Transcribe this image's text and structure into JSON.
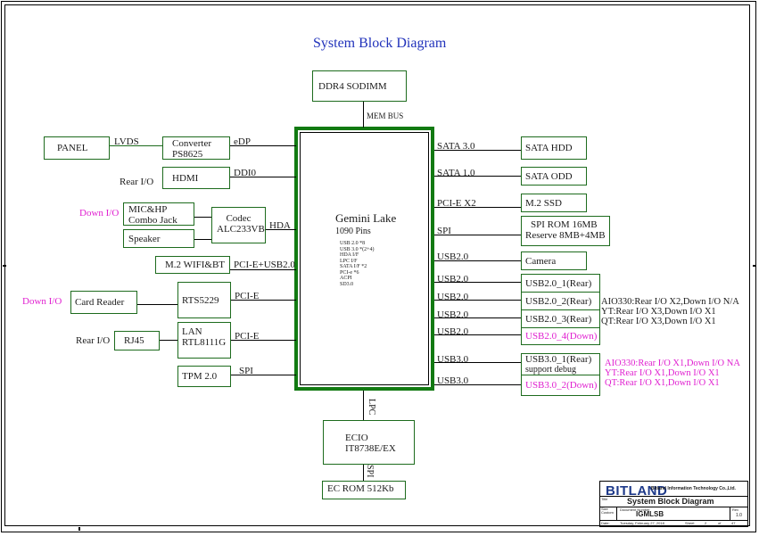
{
  "title": "System Block Diagram",
  "soc": {
    "name": "Gemini Lake",
    "pins": "1090  Pins",
    "features": [
      "USB 2.0 *8",
      "USB 3.0 *(2+4)",
      "HDA I/F",
      "LPC I/F",
      "SATA I/F *2",
      "PCI-e *6",
      "ACPI",
      "SD3.0"
    ]
  },
  "top": {
    "ddr4": "DDR4  SODIMM",
    "mem_bus": "MEM  BUS"
  },
  "left": {
    "panel": "PANEL",
    "lvds": "LVDS",
    "converter_line1": "Converter",
    "converter_line2": "PS8625",
    "edp": "eDP",
    "rear_io_hdmi": "Rear I/O",
    "hdmi": "HDMI",
    "ddi0": "DDI0",
    "down_io_audio": "Down I/O",
    "mic_line1": "MIC&HP",
    "mic_line2": "Combo Jack",
    "speaker": "Speaker",
    "codec_line1": "Codec",
    "codec_line2": "ALC233VB",
    "hda": "HDA",
    "wifi": "M.2  WIFI&BT",
    "wifi_bus": "PCI-E+USB2.0",
    "down_io_card": "Down I/O",
    "card_reader": "Card Reader",
    "rts": "RTS5229",
    "rts_bus": "PCI-E",
    "rear_io_lan": "Rear I/O",
    "rj45": "RJ45",
    "lan_line1": "LAN",
    "lan_line2": "RTL8111G",
    "lan_bus": "PCI-E",
    "tpm": "TPM  2.0",
    "tpm_bus": "SPI"
  },
  "right": {
    "items": [
      {
        "bus": "SATA 3.0",
        "device": "SATA HDD"
      },
      {
        "bus": "SATA 1.0",
        "device": "SATA ODD"
      },
      {
        "bus": "PCI-E  X2",
        "device": "M.2  SSD"
      },
      {
        "bus": "SPI",
        "device_line1": "SPI  ROM  16MB",
        "device_line2": "Reserve  8MB+4MB"
      },
      {
        "bus": "USB2.0",
        "device": "Camera"
      },
      {
        "bus": "USB2.0",
        "device": "USB2.0_1(Rear)"
      },
      {
        "bus": "USB2.0",
        "device": "USB2.0_2(Rear)"
      },
      {
        "bus": "USB2.0",
        "device": "USB2.0_3(Rear)"
      },
      {
        "bus": "USB2.0",
        "device": "USB2.0_4(Down)"
      },
      {
        "bus": "USB3.0",
        "device_line1": "USB3.0_1(Rear)",
        "device_line2": "support debug"
      },
      {
        "bus": "USB3.0",
        "device": "USB3.0_2(Down)"
      }
    ],
    "usb2_notes": [
      "AIO330:Rear I/O X2,Down I/O N/A",
      "YT:Rear I/O X3,Down I/O X1",
      "QT:Rear I/O X3,Down I/O X1"
    ],
    "usb3_notes": [
      "AIO330:Rear I/O X1,Down I/O NA",
      "YT:Rear I/O X1,Down I/O X1",
      "QT:Rear I/O X1,Down I/O X1"
    ]
  },
  "bottom": {
    "lpc": "LPC",
    "ecio_line1": "ECIO",
    "ecio_line2": "IT8738E/EX",
    "spi": "SPI",
    "ec_rom": "EC ROM 512Kb"
  },
  "title_block": {
    "logo": "BITLAND",
    "company": "Bitland Information Technology Co.,Ltd.",
    "title_label": "Title",
    "doc_title": "System Block Diagram",
    "size_label": "Size",
    "size_value": "Custom",
    "docnum_label": "Document  Number",
    "docnum": "IGMLSB",
    "rev_label": "Rev",
    "rev": "1.0",
    "date_label": "Date:",
    "date": "Tuesday, February 27, 2018",
    "sheet_label": "Sheet",
    "sheet": "2",
    "of_label": "of",
    "total": "47"
  },
  "colors": {
    "soc_border": "#127a12",
    "box_border": "#1d6b1d",
    "title": "#2233bb",
    "down_io": "#e020d0",
    "logo": "#1e3a8a"
  }
}
